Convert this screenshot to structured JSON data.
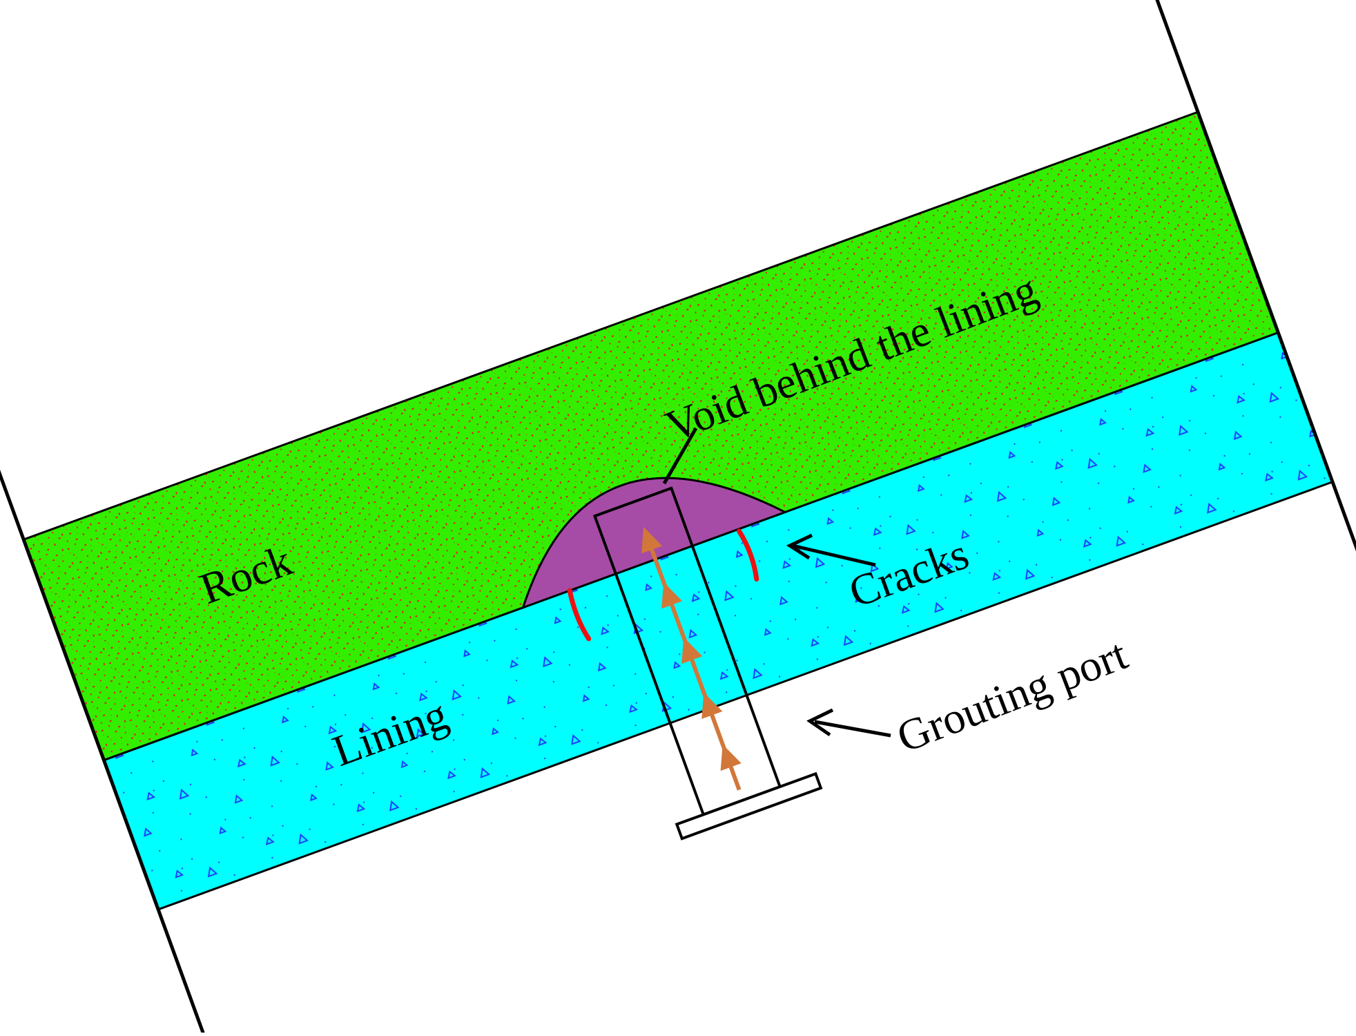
{
  "labels": {
    "rock": "Rock",
    "void": "Void behind the lining",
    "cracks": "Cracks",
    "lining": "Lining",
    "grouting_port": "Grouting port"
  },
  "colors": {
    "rock": "#33ee00",
    "rock_speckle": "#e02020",
    "lining": "#00ffff",
    "lining_mark": "#1f3dff",
    "void": "#a64ca6",
    "crack": "#ee1111",
    "grout_arrow": "#d2773a",
    "outline": "#000000"
  }
}
